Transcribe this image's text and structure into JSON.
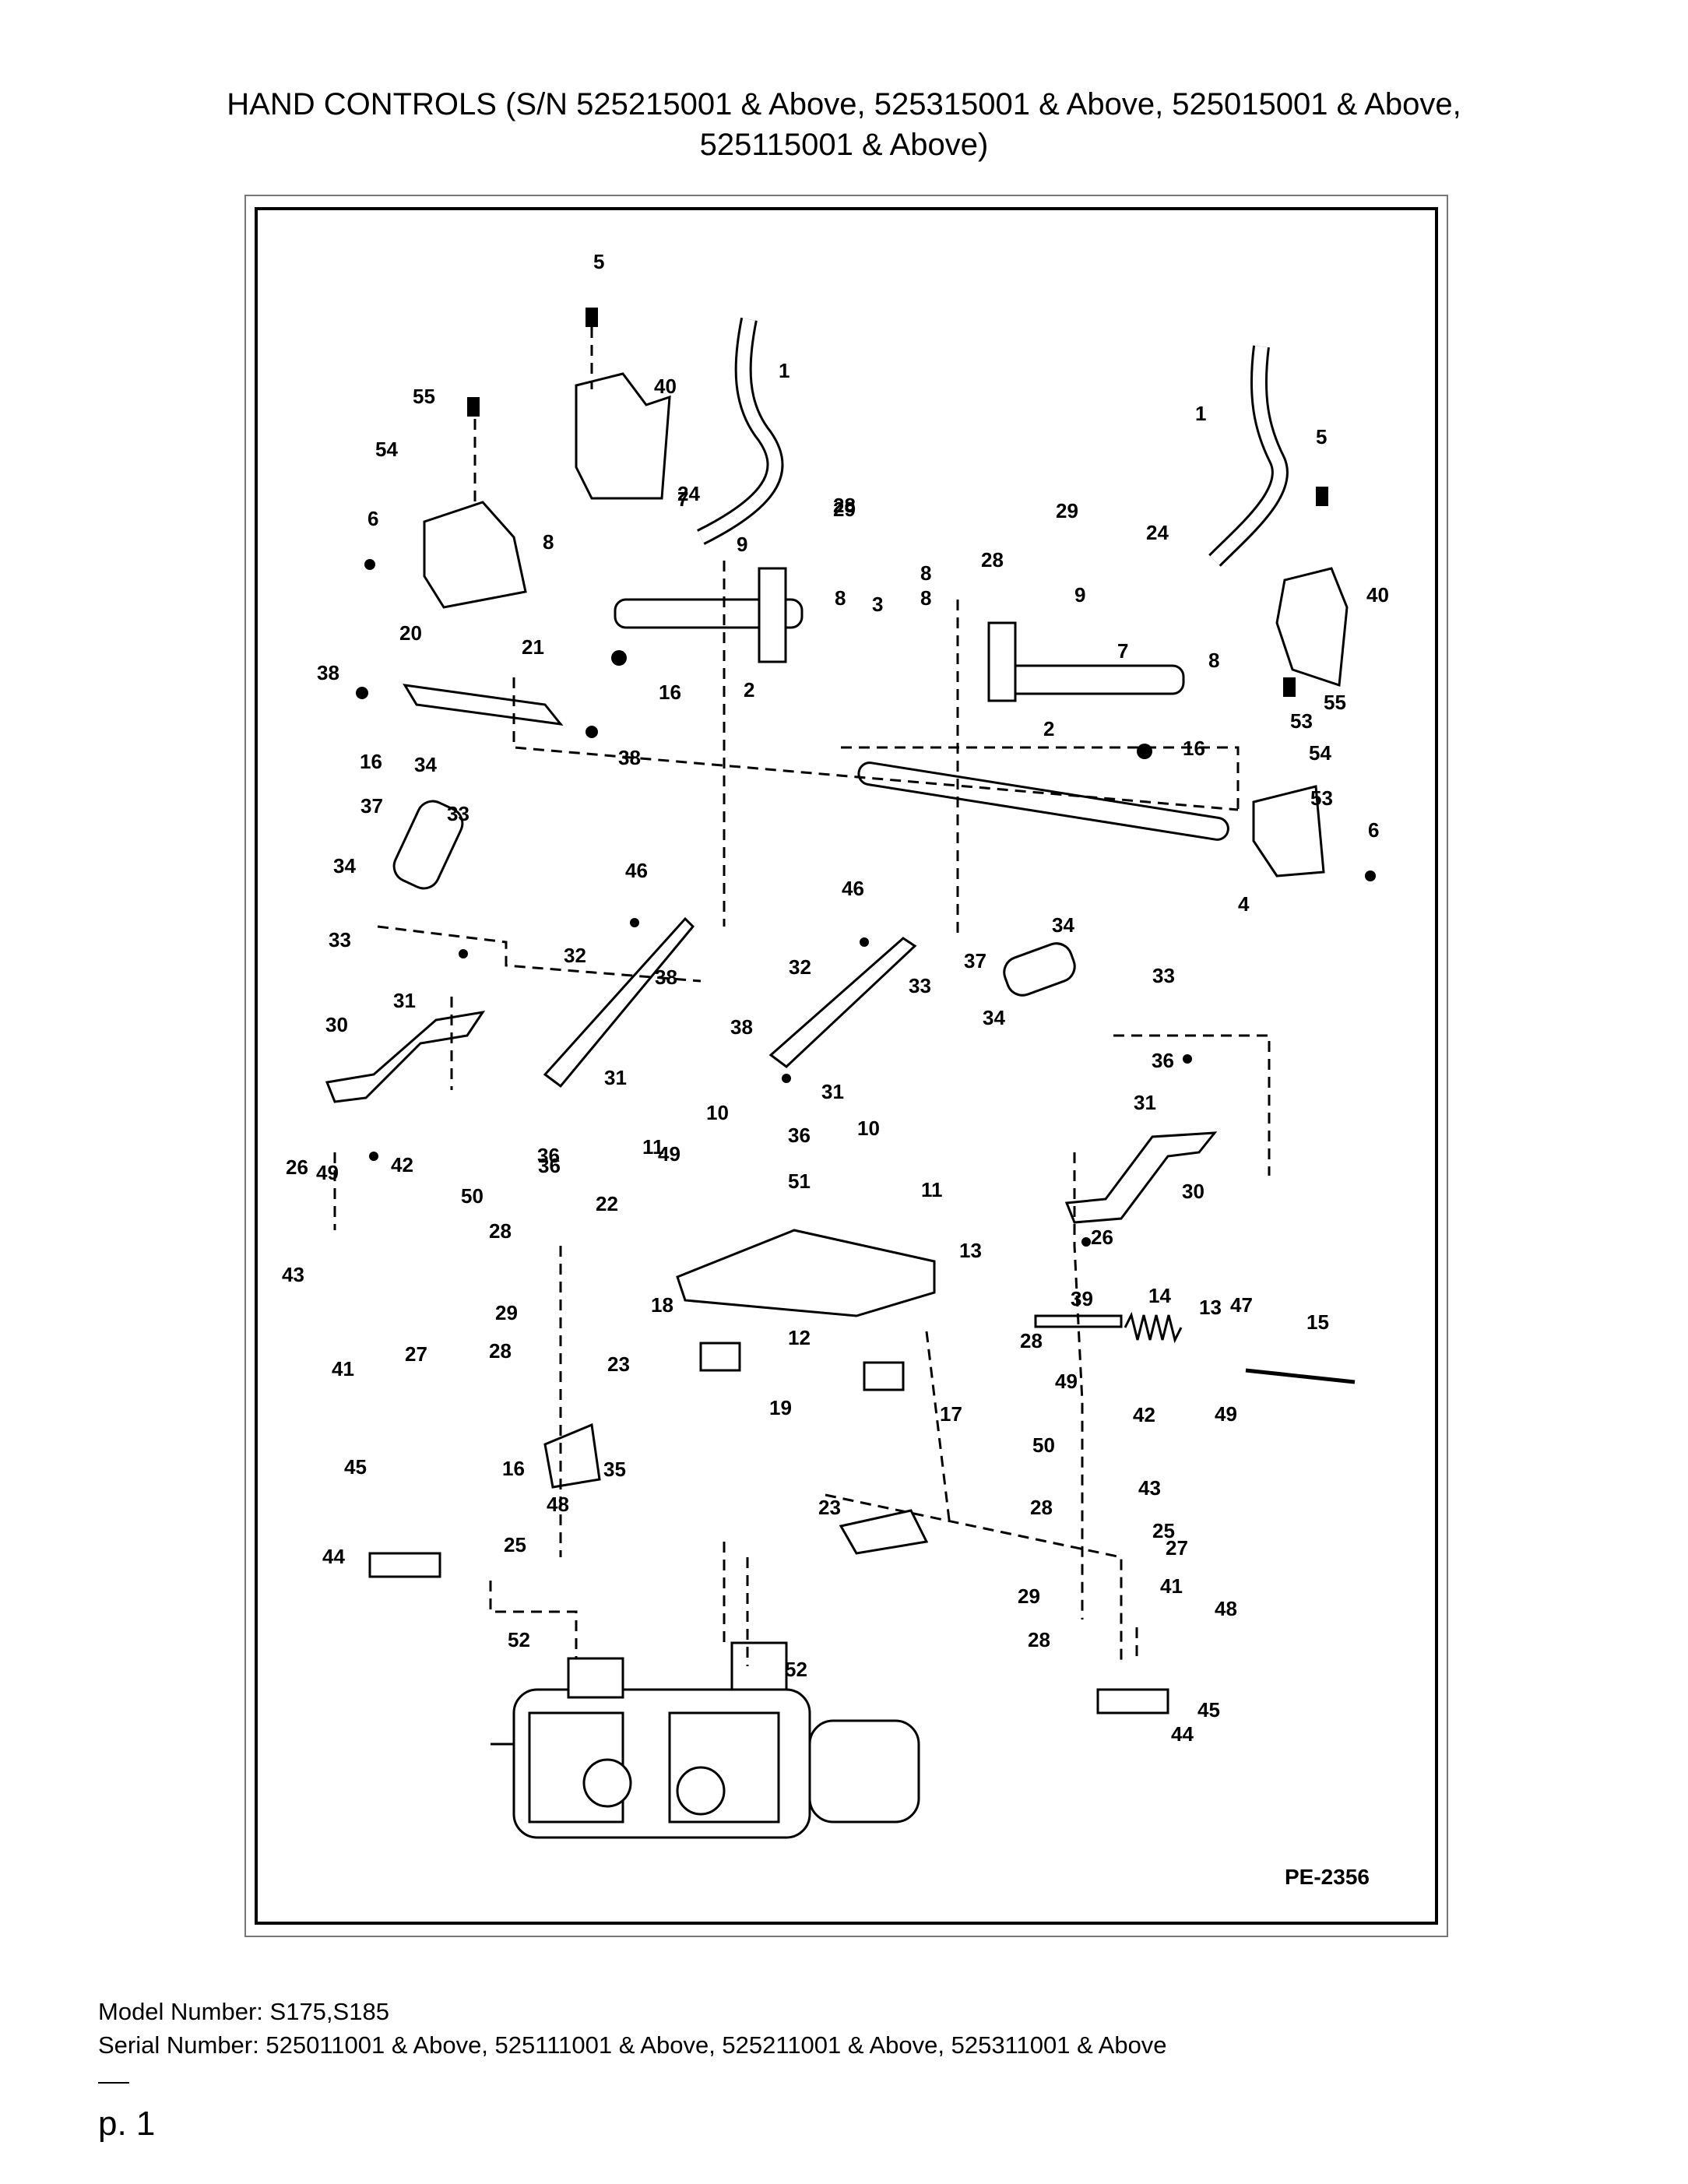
{
  "title": {
    "line1": "HAND CONTROLS (S/N 525215001 & Above, 525315001 & Above, 525015001 & Above,",
    "line2": "525115001 & Above)"
  },
  "diagram": {
    "id_label": "PE-2356",
    "part_labels": [
      "1",
      "1",
      "2",
      "2",
      "3",
      "4",
      "5",
      "5",
      "6",
      "6",
      "7",
      "7",
      "8",
      "8",
      "8",
      "8",
      "8",
      "9",
      "9",
      "10",
      "10",
      "11",
      "11",
      "12",
      "13",
      "13",
      "14",
      "15",
      "16",
      "16",
      "16",
      "16",
      "17",
      "18",
      "19",
      "20",
      "21",
      "22",
      "23",
      "23",
      "24",
      "24",
      "25",
      "25",
      "26",
      "26",
      "27",
      "27",
      "28",
      "28",
      "28",
      "28",
      "28",
      "28",
      "28",
      "29",
      "29",
      "29",
      "29",
      "30",
      "30",
      "31",
      "31",
      "31",
      "31",
      "32",
      "32",
      "33",
      "33",
      "33",
      "33",
      "34",
      "34",
      "34",
      "34",
      "35",
      "36",
      "36",
      "36",
      "36",
      "37",
      "37",
      "38",
      "38",
      "38",
      "38",
      "39",
      "40",
      "40",
      "41",
      "41",
      "42",
      "42",
      "43",
      "43",
      "44",
      "44",
      "45",
      "45",
      "46",
      "46",
      "47",
      "48",
      "48",
      "49",
      "49",
      "49",
      "49",
      "50",
      "50",
      "51",
      "52",
      "52",
      "53",
      "53",
      "54",
      "54",
      "55",
      "55"
    ]
  },
  "footer": {
    "model_number": "Model Number: S175,S185",
    "serial_number": "Serial Number: 525011001 & Above, 525111001 & Above, 525211001 & Above, 525311001 & Above"
  },
  "page_number": "p. 1"
}
